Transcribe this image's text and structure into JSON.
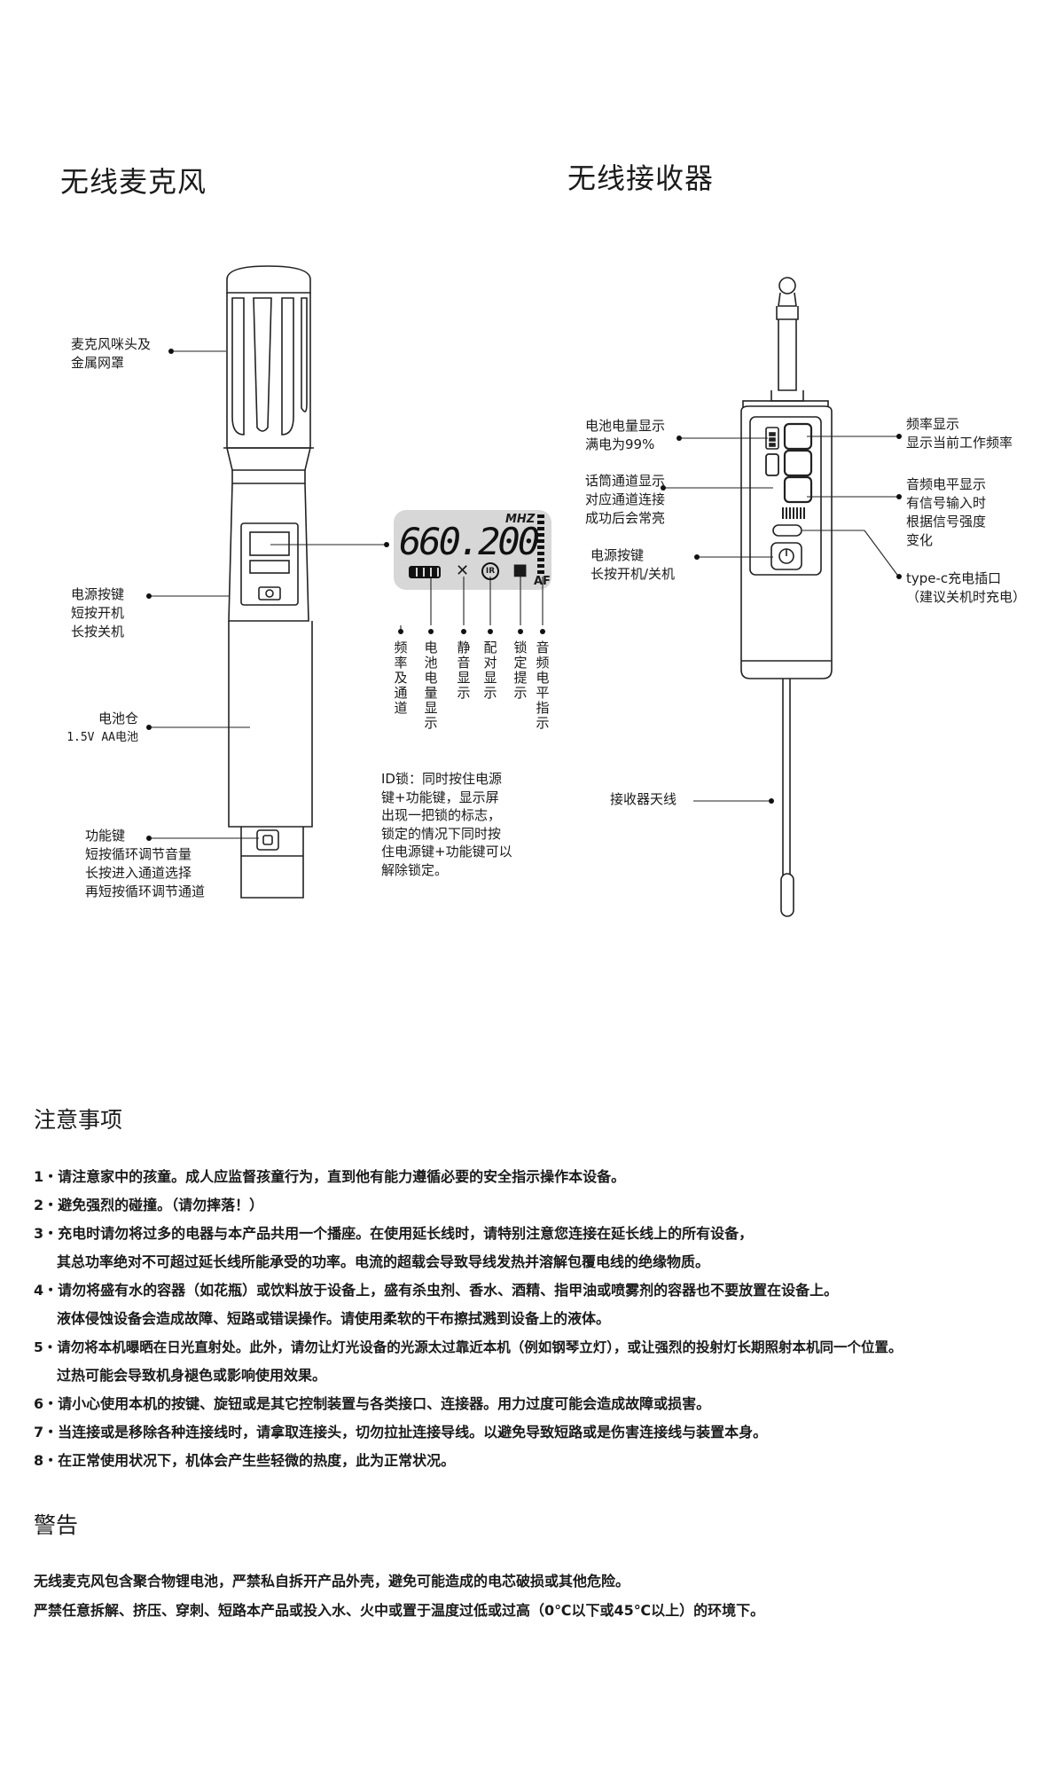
{
  "mic": {
    "title": "无线麦克风",
    "callouts": {
      "head_1": "麦克风咪头及",
      "head_2": "金属网罩",
      "power_1": "电源按键",
      "power_2": "短按开机",
      "power_3": "长按关机",
      "battery_1": "电池仓",
      "battery_2": "1.5V AA电池",
      "func_1": "功能键",
      "func_2": "短按循环调节音量",
      "func_3": "长按进入通道选择",
      "func_4": "再短按循环调节通道"
    },
    "display": {
      "frequency": "660.200",
      "unit": "MHZ",
      "af": "AF"
    },
    "display_labels": [
      "频率及通道",
      "电池电量显示",
      "静音显示",
      "配对显示",
      "锁定提示",
      "音频电平指示"
    ],
    "id_lock": [
      "ID锁：同时按住电源",
      "键+功能键，显示屏",
      "出现一把锁的标志，",
      "锁定的情况下同时按",
      "住电源键+功能键可以",
      "解除锁定。"
    ]
  },
  "receiver": {
    "title": "无线接收器",
    "callouts": {
      "battery_1": "电池电量显示",
      "battery_2": "满电为99%",
      "channel_1": "话筒通道显示",
      "channel_2": "对应通道连接",
      "channel_3": "成功后会常亮",
      "power_1": "电源按键",
      "power_2": "长按开机/关机",
      "freq_1": "频率显示",
      "freq_2": "显示当前工作频率",
      "level_1": "音频电平显示",
      "level_2": "有信号输入时",
      "level_3": "根据信号强度",
      "level_4": "变化",
      "typec_1": "type-c充电插口",
      "typec_2": "（建议关机时充电）",
      "antenna": "接收器天线"
    }
  },
  "notes": {
    "heading": "注意事项",
    "lines": [
      "1・请注意家中的孩童。成人应监督孩童行为，直到他有能力遵循必要的安全指示操作本设备。",
      "2・避免强烈的碰撞。（请勿摔落！）",
      "3・充电时请勿将过多的电器与本产品共用一个播座。在使用延长线时，请特别注意您连接在延长线上的所有设备，",
      "其总功率绝对不可超过延长线所能承受的功率。电流的超载会导致导线发热并溶解包覆电线的绝缘物质。",
      "4・请勿将盛有水的容器（如花瓶）或饮料放于设备上，盛有杀虫剂、香水、酒精、指甲油或喷雾剂的容器也不要放置在设备上。",
      "液体侵蚀设备会造成故障、短路或错误操作。请使用柔软的干布擦拭溅到设备上的液体。",
      "5・请勿将本机曝晒在日光直射处。此外，请勿让灯光设备的光源太过靠近本机（例如钢琴立灯），或让强烈的投射灯长期照射本机同一个位置。",
      "过热可能会导致机身褪色或影响使用效果。",
      "6・请小心使用本机的按键、旋钮或是其它控制装置与各类接口、连接器。用力过度可能会造成故障或损害。",
      "7・当连接或是移除各种连接线时，请拿取连接头，切勿拉扯连接导线。以避免导致短路或是伤害连接线与装置本身。",
      "8・在正常使用状况下，机体会产生些轻微的热度，此为正常状况。"
    ]
  },
  "warning": {
    "heading": "警告",
    "lines": [
      "无线麦克风包含聚合物锂电池，严禁私自拆开产品外壳，避免可能造成的电芯破损或其他危险。",
      "严禁任意拆解、挤压、穿刺、短路本产品或投入水、火中或置于温度过低或过高（0℃以下或45℃以上）的环境下。"
    ]
  }
}
